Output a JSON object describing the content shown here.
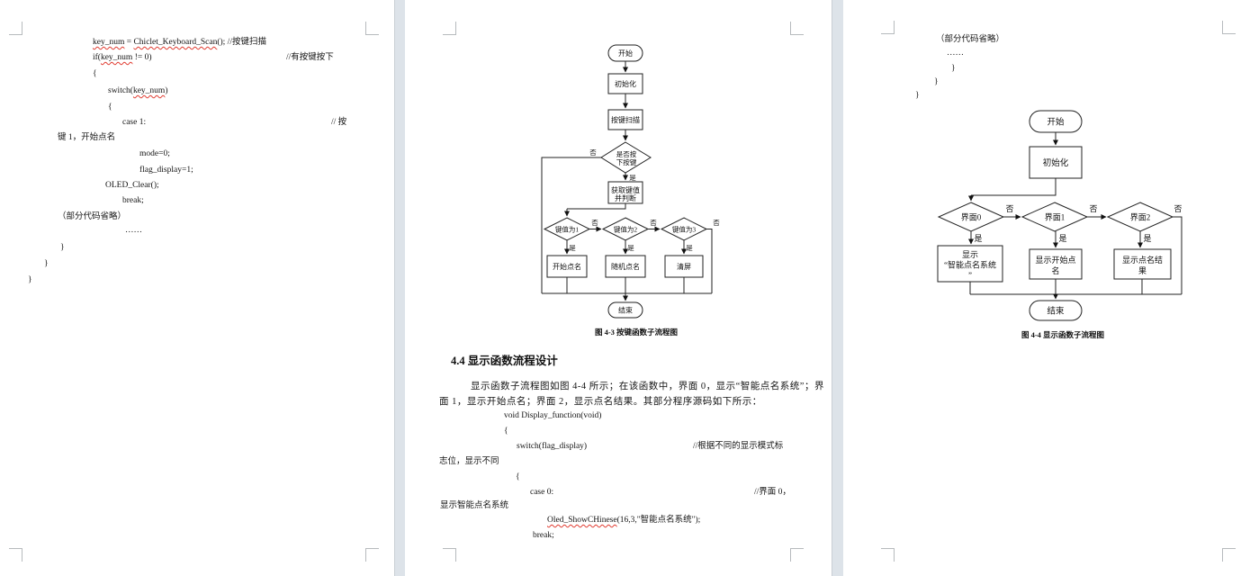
{
  "doc": {
    "page1": {
      "lines": {
        "l1a": "key_num",
        "l1b": " = ",
        "l1c": "Chiclet_Keyboard_Scan",
        "l1d": "(); //按键扫描",
        "l2a": "if(",
        "l2b": "key_num",
        "l2c": " != 0)",
        "l2comment": "//有按键按下",
        "l3": "{",
        "l4a": "switch(",
        "l4b": "key_num",
        "l4c": ")",
        "l5": "{",
        "l6": "case 1:",
        "l6comment": "// 按",
        "l7": "键 1，开始点名",
        "l8": "mode=0;",
        "l9": "flag_display=1;",
        "l10": "OLED_Clear();",
        "l11": "break;",
        "l12": "（部分代码省略）",
        "l13": "……",
        "l14": "}",
        "l15": "}",
        "l16": "}"
      }
    },
    "page2": {
      "fc": {
        "start": "开始",
        "init": "初始化",
        "scan": "按键扫描",
        "cond1": "是否按",
        "cond2": "下按键",
        "yes": "是",
        "no": "否",
        "get1": "获取键值",
        "get2": "并判断",
        "k1": "键值为1",
        "k2": "键值为2",
        "k3": "键值为3",
        "a1": "开始点名",
        "a2": "随机点名",
        "a3": "清屏",
        "end": "结束",
        "caption": "图 4-3  按键函数子流程图"
      },
      "heading": "4.4 显示函数流程设计",
      "para1": "显示函数子流程图如图 4-4 所示；在该函数中，界面 0，显示“智能点名系统”；界",
      "para2": "面 1，显示开始点名；界面 2，显示点名结果。其部分程序源码如下所示：",
      "lines": {
        "l1": "void Display_function(void)",
        "l2": "{",
        "l3": "switch(flag_display)",
        "l3comment": "//根据不同的显示模式标",
        "l4": "志位，显示不同",
        "l5": "{",
        "l6": "case 0:",
        "l6comment": "//界面 0，",
        "l7": "显示智能点名系统",
        "l8a": "Oled_ShowCHinese",
        "l8b": "(16,3,\"智能点名系统\");",
        "l9": "break;"
      }
    },
    "page3": {
      "lines": {
        "l1": "（部分代码省略）",
        "l2": "……",
        "l3": "}",
        "l4": "}",
        "l5": "}"
      },
      "fc": {
        "start": "开始",
        "init": "初始化",
        "d0": "界面0",
        "d1": "界面1",
        "d2": "界面2",
        "yes": "是",
        "no": "否",
        "r0a": "显示",
        "r0b": "“智能点名系统",
        "r0c": "”",
        "r1a": "显示开始点",
        "r1b": "名",
        "r2a": "显示点名结",
        "r2b": "果",
        "end": "结束",
        "caption": "图 4-4  显示函数子流程图"
      }
    }
  }
}
